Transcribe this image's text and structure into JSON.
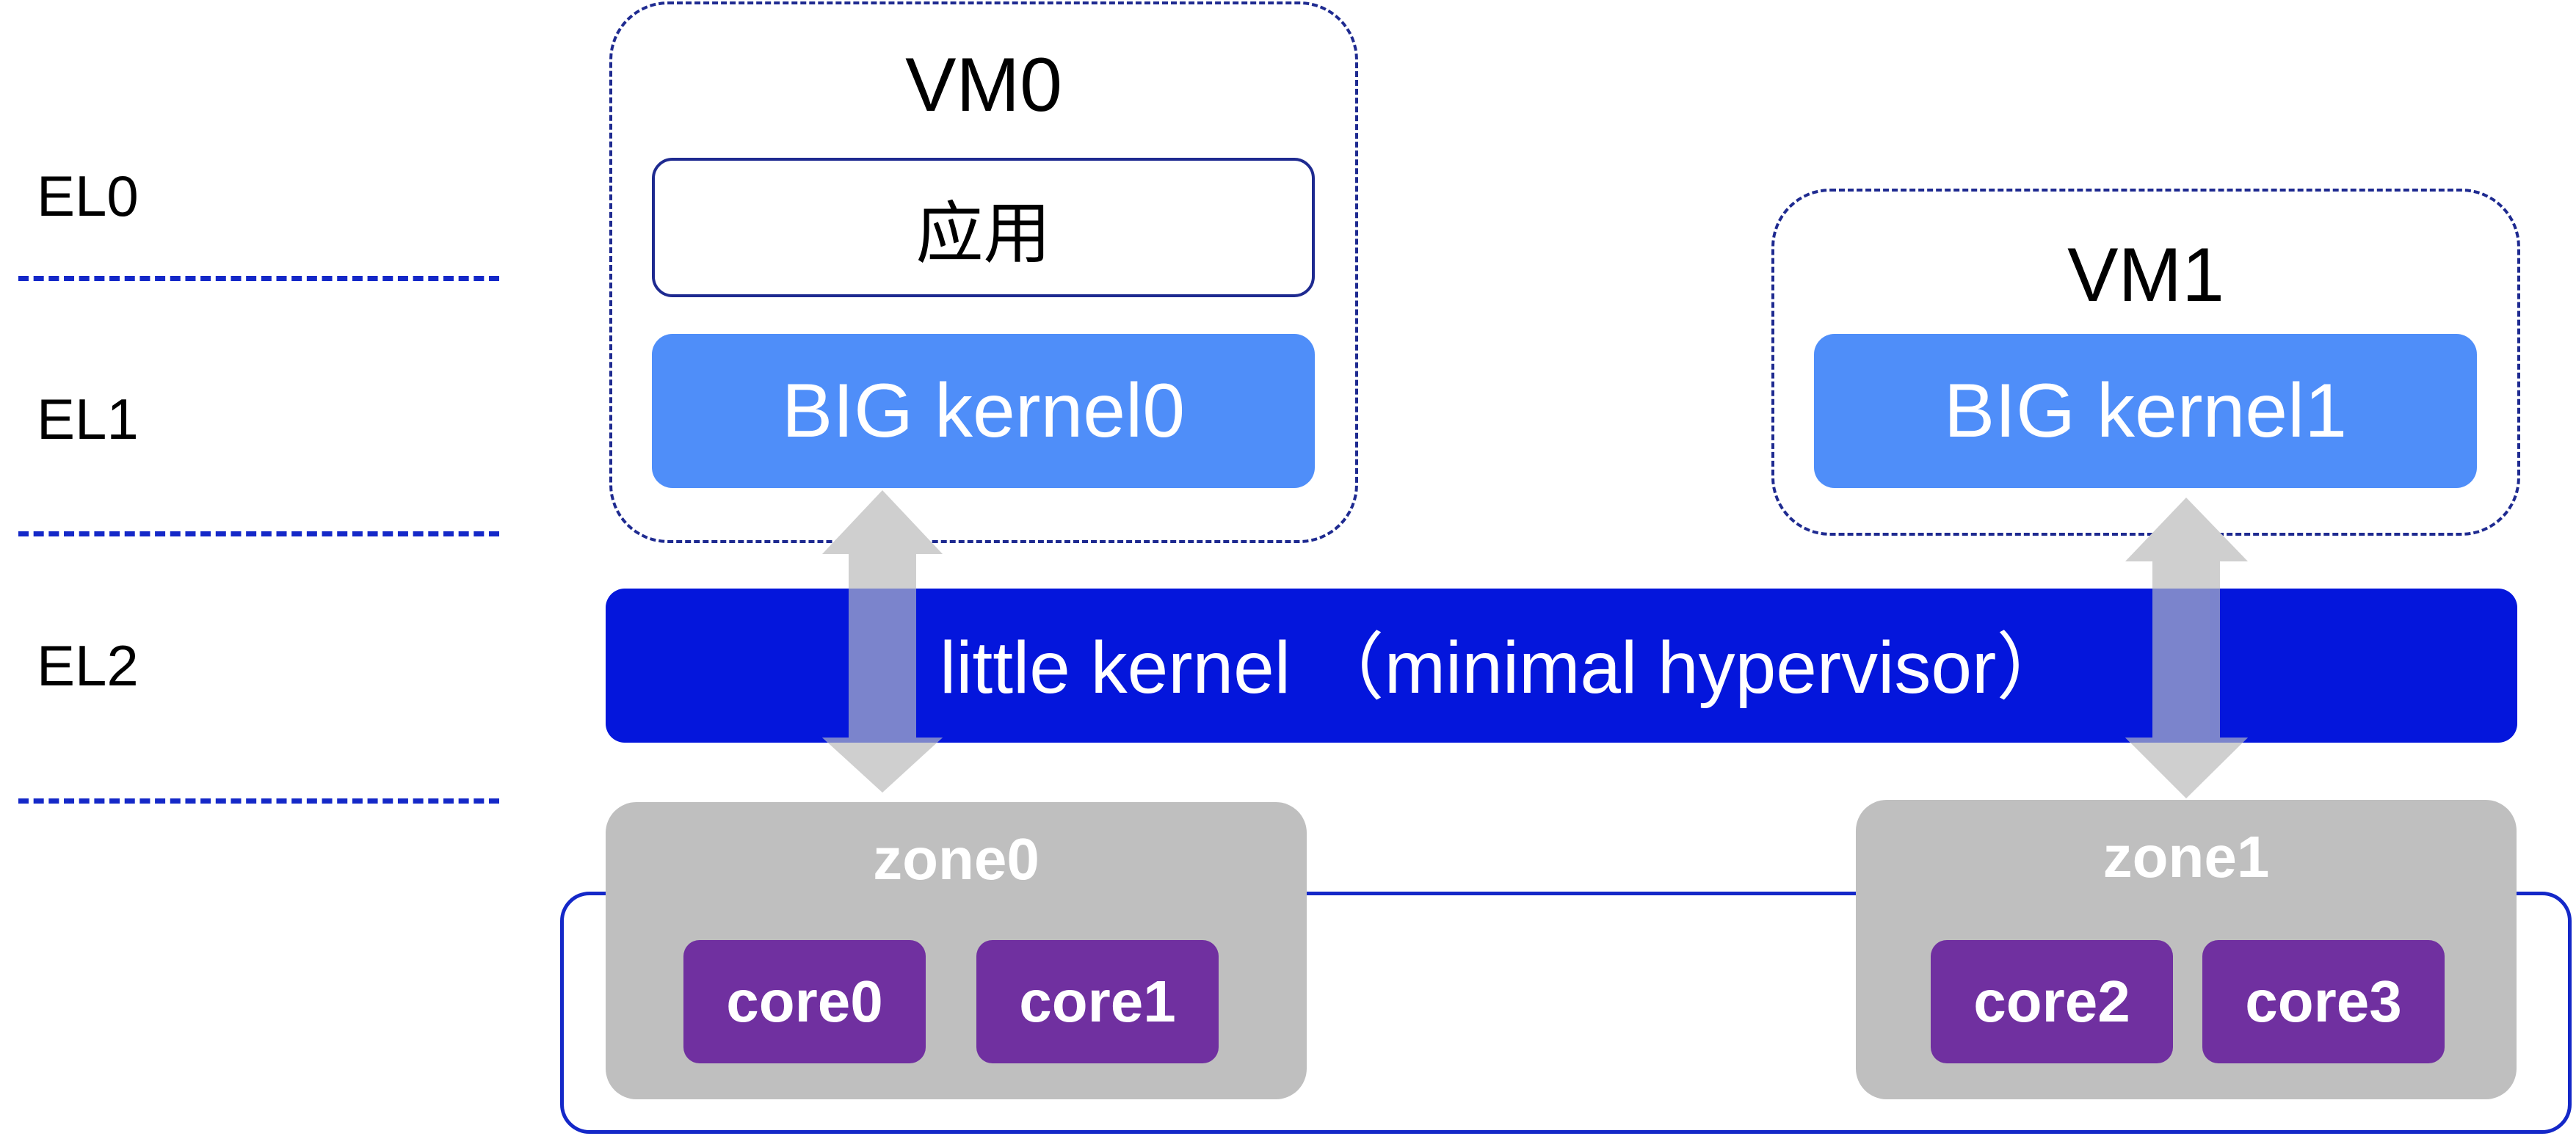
{
  "levels": {
    "el0": "EL0",
    "el1": "EL1",
    "el2": "EL2"
  },
  "vm0": {
    "title": "VM0",
    "app_label": "应用",
    "kernel_label": "BIG kernel0"
  },
  "vm1": {
    "title": "VM1",
    "kernel_label": "BIG kernel1"
  },
  "hypervisor": {
    "label": "little kernel （minimal hypervisor）"
  },
  "zones": [
    {
      "label": "zone0",
      "cores": [
        "core0",
        "core1"
      ]
    },
    {
      "label": "zone1",
      "cores": [
        "core2",
        "core3"
      ]
    }
  ],
  "colors": {
    "separator": "#1428c8",
    "vm_border": "#1e2a90",
    "big_kernel": "#4f8ef9",
    "little_kernel": "#0416dc",
    "zone": "#bfbfbf",
    "core": "#7030a0",
    "arrow": "#cfcfcf",
    "arrow_overlap": "#7b84cc"
  }
}
